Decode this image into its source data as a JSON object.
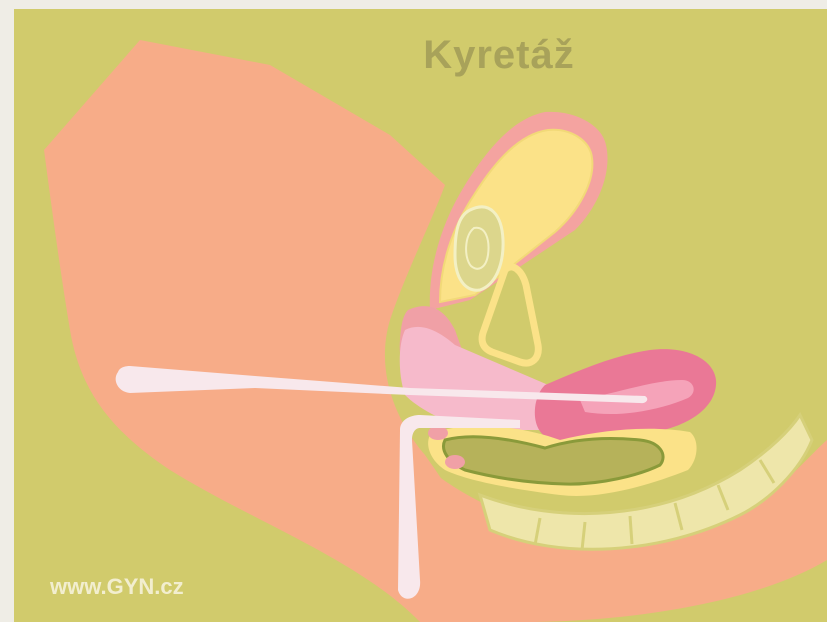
{
  "title": "Kyretáž",
  "watermark": "www.GYN.cz",
  "colors": {
    "page_border": "#efede6",
    "background": "#d1cb6c",
    "body_tissue": "#f7ac88",
    "title_text": "#a8a25a",
    "watermark_text": "#f2eecf",
    "bladder_wall": "#fbe288",
    "uterus": "#ea7896",
    "cervix_vagina": "#f6bacb",
    "instrument": "#f8e8ec",
    "bowel": "#b6b25a",
    "spine": "#eee6aa"
  },
  "icons": [
    "curette-instrument",
    "speculum-instrument"
  ]
}
